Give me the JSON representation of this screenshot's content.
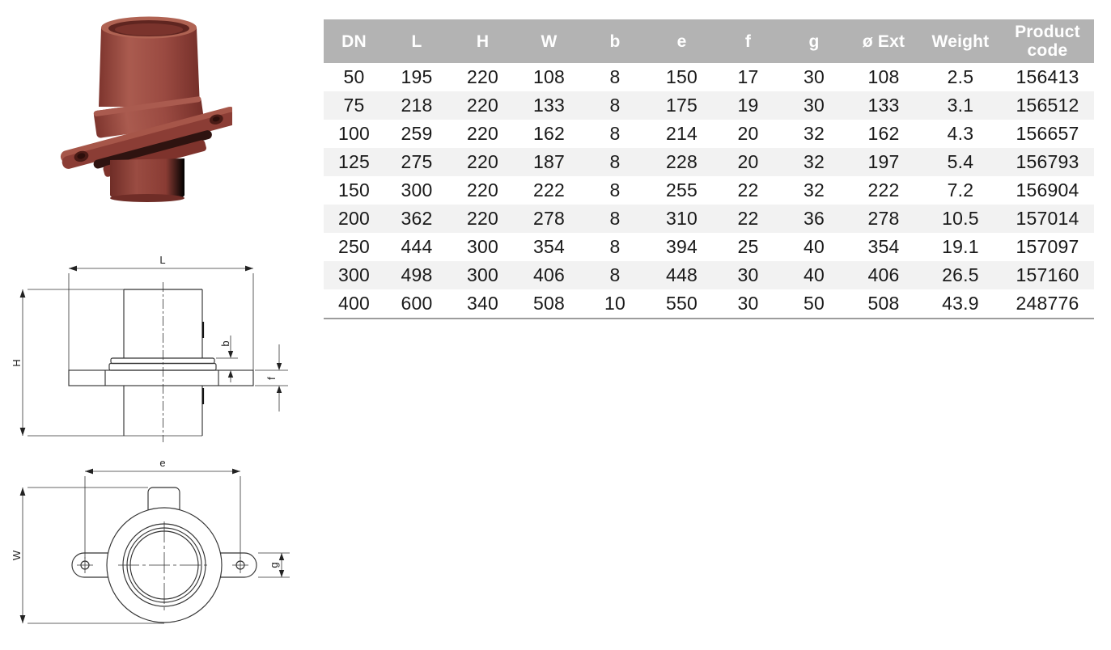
{
  "table": {
    "headers": [
      "DN",
      "L",
      "H",
      "W",
      "b",
      "e",
      "f",
      "g",
      "ø Ext",
      "Weight",
      "Product code"
    ],
    "rows": [
      [
        "50",
        "195",
        "220",
        "108",
        "8",
        "150",
        "17",
        "30",
        "108",
        "2.5",
        "156413"
      ],
      [
        "75",
        "218",
        "220",
        "133",
        "8",
        "175",
        "19",
        "30",
        "133",
        "3.1",
        "156512"
      ],
      [
        "100",
        "259",
        "220",
        "162",
        "8",
        "214",
        "20",
        "32",
        "162",
        "4.3",
        "156657"
      ],
      [
        "125",
        "275",
        "220",
        "187",
        "8",
        "228",
        "20",
        "32",
        "197",
        "5.4",
        "156793"
      ],
      [
        "150",
        "300",
        "220",
        "222",
        "8",
        "255",
        "22",
        "32",
        "222",
        "7.2",
        "156904"
      ],
      [
        "200",
        "362",
        "220",
        "278",
        "8",
        "310",
        "22",
        "36",
        "278",
        "10.5",
        "157014"
      ],
      [
        "250",
        "444",
        "300",
        "354",
        "8",
        "394",
        "25",
        "40",
        "354",
        "19.1",
        "157097"
      ],
      [
        "300",
        "498",
        "300",
        "406",
        "8",
        "448",
        "30",
        "40",
        "406",
        "26.5",
        "157160"
      ],
      [
        "400",
        "600",
        "340",
        "508",
        "10",
        "550",
        "30",
        "50",
        "508",
        "43.9",
        "248776"
      ]
    ]
  },
  "drawings": {
    "side_view": {
      "length_label": "L",
      "height_label": "H",
      "gasket_thickness_label": "b",
      "flange_thickness_label": "f"
    },
    "bottom_view": {
      "hole_span_label": "e",
      "width_label": "W",
      "lug_label": "g"
    }
  },
  "colors": {
    "header_bg": "#b3b3b3",
    "header_text": "#ffffff",
    "row_stripe": "#f2f2f2",
    "table_text": "#1a1a1a",
    "table_border": "#9c9c9c",
    "drawing_line": "#333333",
    "product_red": "#9a4a41",
    "product_red_dark": "#6f2d27",
    "product_red_light": "#aa5b4f",
    "gasket_dark": "#2e1310"
  }
}
